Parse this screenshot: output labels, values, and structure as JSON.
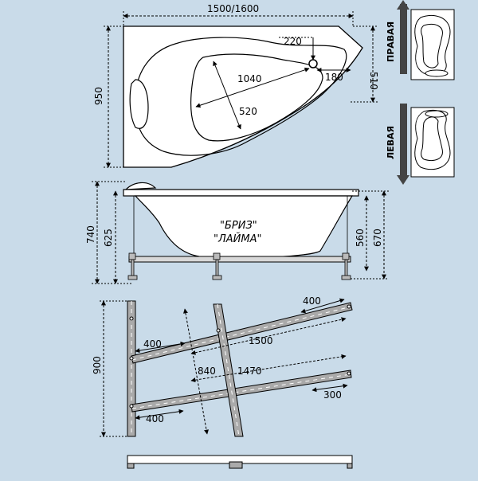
{
  "colors": {
    "background": "#c9dbe9",
    "outline": "#000000",
    "dimension": "#3a3a3a",
    "tub_fill": "#ffffff"
  },
  "top_view": {
    "width_label": "1500/1600",
    "height_label": "950",
    "drain_offset_label": "220",
    "right_side_label": "510",
    "drain_side_label": "180",
    "inner_length_label": "1040",
    "inner_width_label": "520"
  },
  "side_view": {
    "total_height_label": "740",
    "rim_height_label": "625",
    "front_height_label": "560",
    "front_total_label": "670",
    "model_line1": "\"БРИЗ\"",
    "model_line2": "\"ЛАЙМА\""
  },
  "frame_view": {
    "top_bar_extension_label": "400",
    "left_upper_label": "400",
    "long_bar_label": "1500",
    "height_label": "900",
    "cross_label": "840",
    "second_bar_label": "1470",
    "right_extension_label": "300",
    "left_lower_label": "400"
  },
  "variants": {
    "right_label": "ПРАВАЯ",
    "left_label": "ЛЕВАЯ",
    "right_icon": "arrow-up-icon",
    "left_icon": "arrow-down-icon"
  }
}
